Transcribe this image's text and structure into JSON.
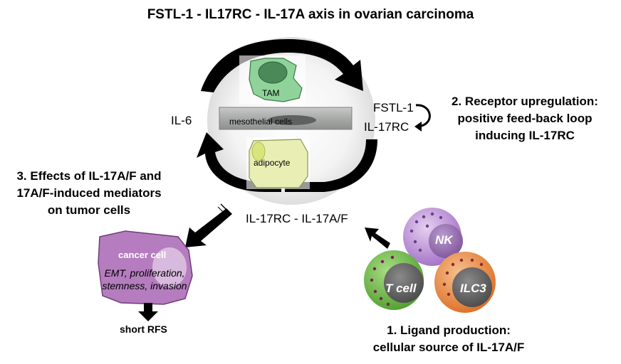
{
  "title": "FSTL-1 - IL17RC - IL-17A axis in ovarian carcinoma",
  "cycle": {
    "tam": "TAM",
    "mesothelial": "mesothelial cells",
    "adipocyte": "adipocyte",
    "il6": "IL-6",
    "fstl1": "FSTL-1",
    "il17rc": "IL-17RC",
    "receptor_pair": "IL-17RC - IL-17A/F"
  },
  "receptor_upregulation": {
    "line1": "2. Receptor upregulation:",
    "line2": "positive feed-back loop",
    "line3": "inducing IL-17RC"
  },
  "effects": {
    "line1": "3. Effects of IL-17A/F and",
    "line2": "17A/F-induced mediators",
    "line3": "on tumor cells"
  },
  "cancer": {
    "label": "cancer cell",
    "line1": "EMT, proliferation,",
    "line2": "stemness, invasion",
    "outcome": "short RFS"
  },
  "ligand": {
    "line1": "1. Ligand production:",
    "line2": "cellular source of IL-17A/F",
    "nk": "NK",
    "tcell": "T cell",
    "ilc3": "ILC3"
  },
  "colors": {
    "tam": "#8fd39a",
    "mesothelial": "#a7aaa8",
    "adipocyte": "#e9efb4",
    "cancer": "#b57dbf",
    "nk": "#a775c9",
    "tcell": "#64b83e",
    "ilc3": "#e5803a"
  }
}
